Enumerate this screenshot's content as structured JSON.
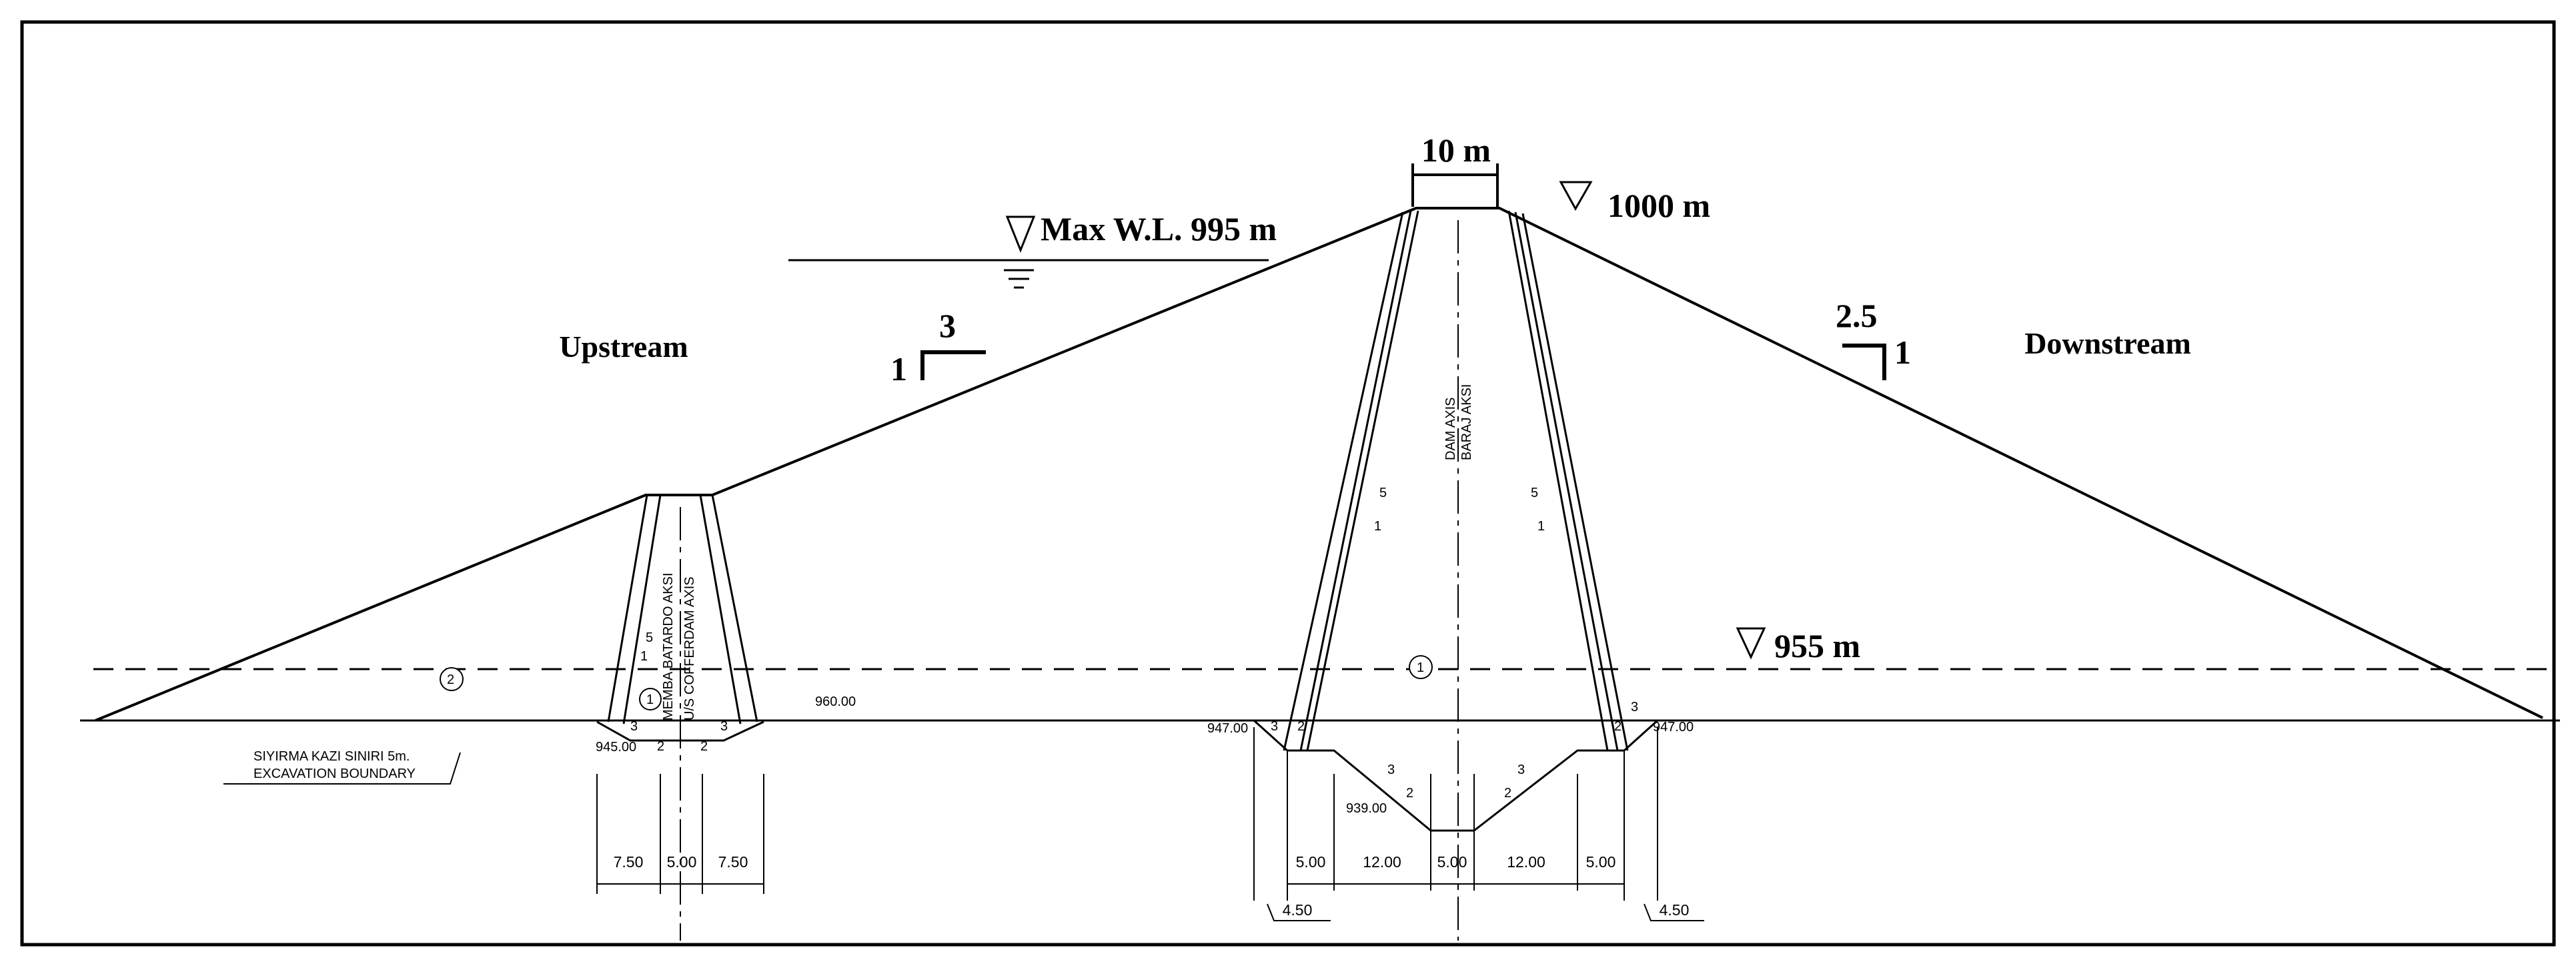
{
  "labels": {
    "upstream": "Upstream",
    "downstream": "Downstream",
    "crest_width": "10 m",
    "crest_elevation": "1000 m",
    "max_water_level": "Max W.L. 995 m",
    "level_955": "955 m",
    "upstream_slope_h": "3",
    "upstream_slope_v": "1",
    "downstream_slope_h": "2.5",
    "downstream_slope_v": "1"
  },
  "drawing_text": {
    "excavation_tr": "SIYIRMA KAZI SINIRI 5m.",
    "excavation_en": "EXCAVATION BOUNDARY",
    "cofferdam_axis_tr": "MEMBA BATARDO AKSI",
    "cofferdam_axis_en": "U/S COFFERDAM AXIS",
    "dam_axis_en": "DAM AXIS",
    "dam_axis_tr": "BARAJ AKSI",
    "elev_960": "960.00",
    "elev_945": "945.00",
    "elev_947_left": "947.00",
    "elev_947_right": "947.00",
    "elev_939": "939.00",
    "zone_1_cofferdam": "1",
    "zone_2_shell": "2",
    "zone_1_core": "1",
    "core_slope_5_left": "5",
    "core_slope_1_left": "1",
    "core_slope_5_right": "5",
    "core_slope_1_right": "1",
    "coffer_slope_5": "5",
    "coffer_slope_1": "1",
    "trench_slope_3a": "3",
    "trench_slope_2a": "2",
    "trench_slope_3b": "3",
    "trench_slope_2b": "2",
    "cut_3_ll": "3",
    "cut_2_ll": "2",
    "cut_3_lm": "3",
    "cut_2_lm": "2",
    "cut_3_rm": "3",
    "cut_2_rm": "2",
    "cut_3_rr": "3",
    "cut_2_rr": "2"
  },
  "dimensions": {
    "cofferdam": [
      "7.50",
      "5.00",
      "7.50"
    ],
    "main": [
      "5.00",
      "12.00",
      "5.00",
      "12.00",
      "5.00"
    ],
    "offset_left": "4.50",
    "offset_right": "4.50"
  }
}
